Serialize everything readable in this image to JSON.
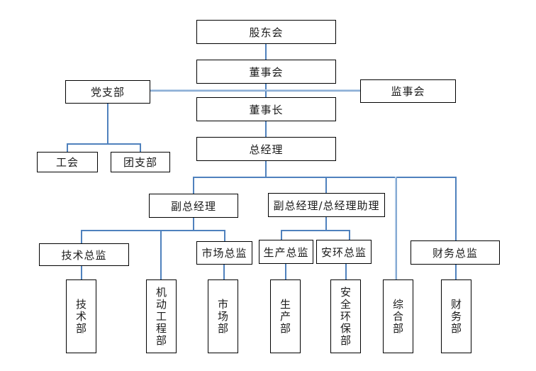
{
  "diagram": {
    "type": "org-chart",
    "nodes": {
      "shareholders": "股东会",
      "board": "董事会",
      "party_branch": "党支部",
      "supervisory_board": "监事会",
      "chairman": "董事长",
      "general_manager": "总经理",
      "labor_union": "工会",
      "youth_league": "团支部",
      "deputy_gm": "副总经理",
      "deputy_gm_assistant": "副总经理/总经理助理",
      "tech_director": "技术总监",
      "market_director": "市场总监",
      "production_director": "生产总监",
      "safety_director": "安环总监",
      "finance_director": "财务总监",
      "tech_dept": "技术部",
      "mech_eng_dept": "机动工程部",
      "market_dept": "市场部",
      "production_dept": "生产部",
      "safety_env_dept": "安全环保部",
      "general_dept": "综合部",
      "finance_dept": "财务部"
    },
    "hierarchy": {
      "shareholders": [
        "board"
      ],
      "board": [
        "chairman"
      ],
      "chairman": [
        "general_manager"
      ],
      "party_branch": [
        "labor_union",
        "youth_league"
      ],
      "general_manager": [
        "deputy_gm",
        "deputy_gm_assistant",
        "general_dept",
        "finance_director"
      ],
      "deputy_gm": [
        "tech_director",
        "mech_eng_dept",
        "market_director"
      ],
      "deputy_gm_assistant": [
        "production_director",
        "safety_director"
      ],
      "tech_director": [
        "tech_dept"
      ],
      "market_director": [
        "market_dept"
      ],
      "production_director": [
        "production_dept"
      ],
      "safety_director": [
        "safety_env_dept"
      ],
      "finance_director": [
        "finance_dept"
      ],
      "lateral_link": [
        "party_branch",
        "supervisory_board"
      ]
    },
    "colors": {
      "box_border": "#000000",
      "box_fill": "#ffffff",
      "text": "#1a1a1a",
      "connector": "#4f81bd",
      "connector_light": "#9ab9dd"
    }
  }
}
